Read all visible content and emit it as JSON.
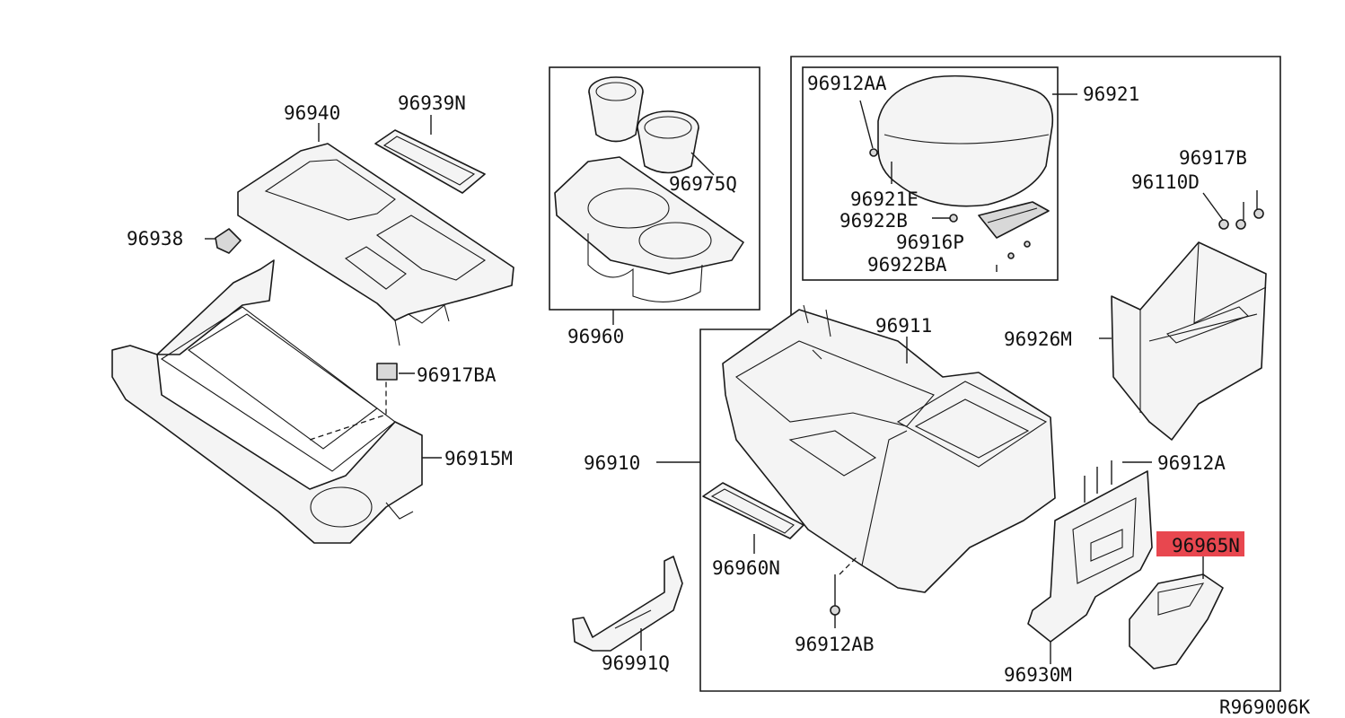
{
  "diagram_code": "R969006K",
  "highlight_color": "#e8474f",
  "labels": {
    "p96940": "96940",
    "p96939N": "96939N",
    "p96938": "96938",
    "p96917BA": "96917BA",
    "p96915M": "96915M",
    "p96960": "96960",
    "p96975Q": "96975Q",
    "p96912AA": "96912AA",
    "p96921": "96921",
    "p96921E": "96921E",
    "p96922B": "96922B",
    "p96916P": "96916P",
    "p96922BA": "96922BA",
    "p96917B": "96917B",
    "p96110D": "96110D",
    "p96926M": "96926M",
    "p96911": "96911",
    "p96910": "96910",
    "p96912A": "96912A",
    "p96965N": "96965N",
    "p96960N": "96960N",
    "p96912AB": "96912AB",
    "p96991Q": "96991Q",
    "p96930M": "96930M"
  }
}
